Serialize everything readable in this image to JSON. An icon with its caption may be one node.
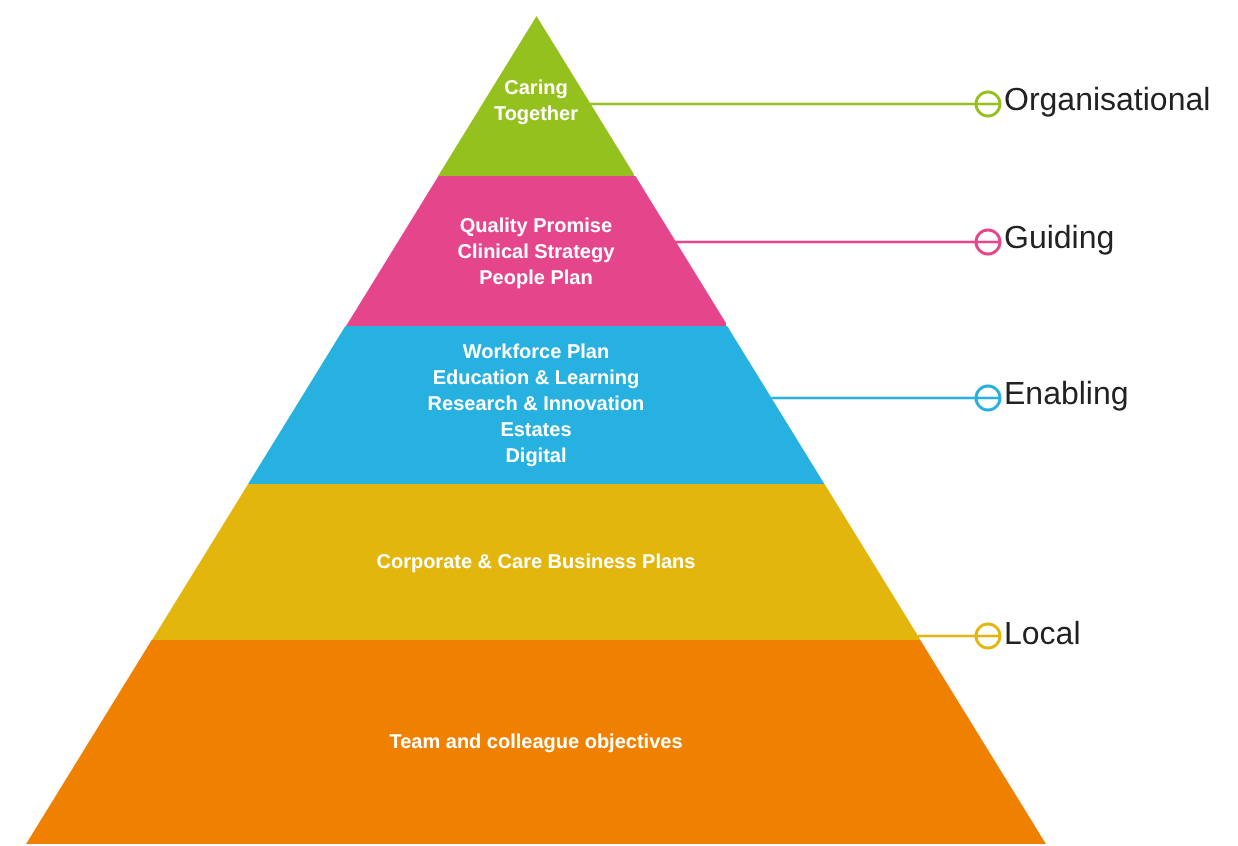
{
  "diagram": {
    "nodes": [
      {
        "text": [
          "Caring Together"
        ]
      },
      {
        "text": [
          "Quality Promise",
          "Clinical Strategy",
          "People Plan"
        ]
      },
      {
        "text": [
          "Workforce Plan",
          "Education & Learning",
          "Research & Innovation",
          "Estates",
          "Digital"
        ]
      },
      {
        "text": [
          "Corporate & Care Business Plans"
        ]
      },
      {
        "text": [
          "Team and colleague objectives"
        ]
      },
      {
        "text": [
          "Organisational"
        ]
      },
      {
        "text": [
          "Guiding"
        ]
      },
      {
        "text": [
          "Enabling"
        ]
      },
      {
        "text": [
          "Local"
        ]
      }
    ],
    "edges": [
      {
        "from": 0,
        "to": 5,
        "arrow": "other",
        "color": "#95c11f"
      },
      {
        "from": 1,
        "to": 6,
        "arrow": "other",
        "color": "#e5468b"
      },
      {
        "from": 2,
        "to": 7,
        "arrow": "other",
        "color": "#27b1e0"
      },
      {
        "from": 3,
        "to": 8,
        "arrow": "other",
        "color": "#e2b60c"
      }
    ]
  }
}
